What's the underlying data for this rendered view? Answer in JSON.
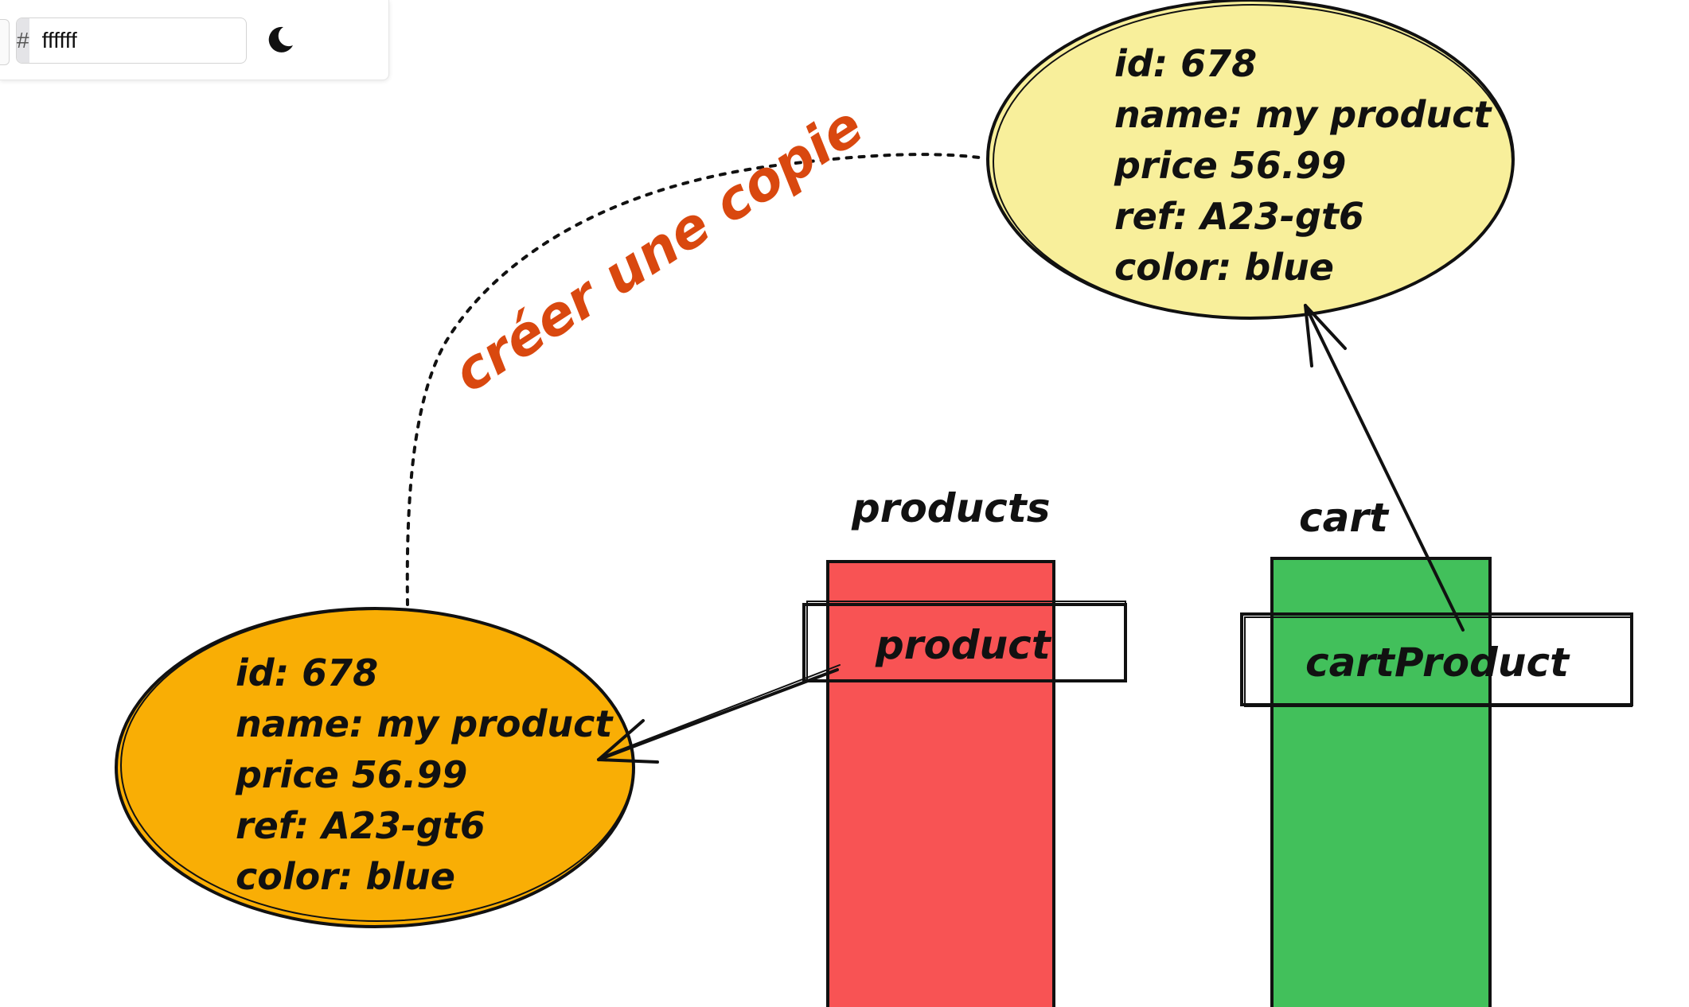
{
  "toolbar": {
    "hash_symbol": "#",
    "background_hex": "ffffff",
    "theme_toggle_icon": "moon-icon"
  },
  "diagram": {
    "colors": {
      "stroke": "#111111",
      "source_object_fill": "#f9ae05",
      "copy_object_fill": "#f8ef9b",
      "products_fill": "#f85354",
      "cart_fill": "#42c05b",
      "annotation": "#d9480f"
    },
    "copy_object": {
      "lines": [
        "id: 678",
        "name: my product",
        "price 56.99",
        "ref: A23-gt6",
        "color: blue"
      ]
    },
    "source_object": {
      "lines": [
        "id: 678",
        "name: my product",
        "price 56.99",
        "ref: A23-gt6",
        "color: blue"
      ]
    },
    "annotation": "créer une copie",
    "products": {
      "title": "products",
      "item": "product"
    },
    "cart": {
      "title": "cart",
      "item": "cartProduct"
    }
  }
}
